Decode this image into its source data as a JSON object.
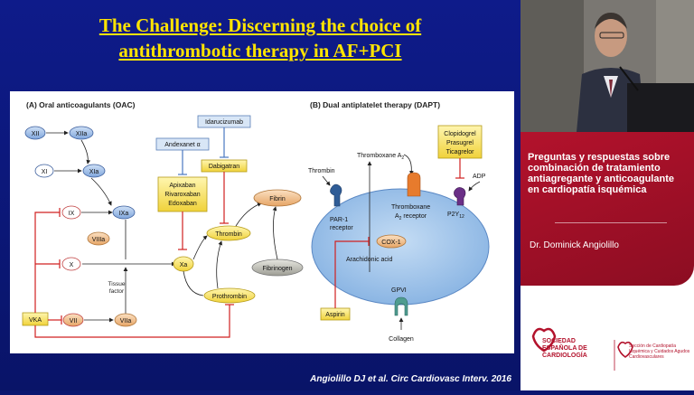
{
  "slide": {
    "title_line1": "The Challenge: Discerning the choice of",
    "title_line2": "antithrombotic therapy in AF+PCI",
    "citation": "Angiolillo DJ et al. Circ Cardiovasc Interv. 2016"
  },
  "panel_a": {
    "heading": "(A) Oral anticoagulants (OAC)",
    "factors": {
      "xii": "XII",
      "xiia": "XIIa",
      "xi": "XI",
      "xia": "XIa",
      "ix": "IX",
      "ixa": "IXa",
      "viiia": "VIIIa",
      "x": "X",
      "xa": "Xa",
      "vii": "VII",
      "viia": "VIIa"
    },
    "tissue_factor_1": "Tissue",
    "tissue_factor_2": "factor",
    "vka": "VKA",
    "andexanet": "Andexanet α",
    "idarucizumab": "Idarucizumab",
    "dabigatran": "Dabigatran",
    "xa_inhibitors": [
      "Apixaban",
      "Rivaroxaban",
      "Edoxaban"
    ],
    "thrombin": "Thrombin",
    "prothrombin": "Prothrombin",
    "fibrin": "Fibrin",
    "fibrinogen": "Fibrinogen"
  },
  "panel_b": {
    "heading": "(B) Dual antiplatelet therapy (DAPT)",
    "thromboxane": "Thromboxane A",
    "thromboxane_sub": "2",
    "thrombin": "Thrombin",
    "par1_1": "PAR-1",
    "par1_2": "receptor",
    "tx_receptor_1": "Thromboxane",
    "tx_receptor_2": "A",
    "tx_receptor_sub": "2",
    "tx_receptor_3": " receptor",
    "p2y12": "P2Y",
    "p2y12_sub": "12",
    "p2y12_inhibitors": [
      "Clopidogrel",
      "Prasugrel",
      "Ticagrelor"
    ],
    "adp": "ADP",
    "cox1": "COX-1",
    "arachidonic": "Arachidonic acid",
    "aspirin": "Aspirin",
    "gpvi": "GPVI",
    "collagen": "Collagen"
  },
  "sidebar": {
    "panel_title": "Preguntas y respuestas sobre combinación de tratamiento antiagregante y anticoagulante en cardiopatía isquémica",
    "speaker": "Dr. Dominick Angiolillo",
    "logo_main": [
      "SOCIEDAD",
      "ESPAÑOLA DE",
      "CARDIOLOGÍA"
    ],
    "logo_section": "Sección de Cardiopatía Isquémica y Cuidados Agudos Cardiovasculares"
  }
}
